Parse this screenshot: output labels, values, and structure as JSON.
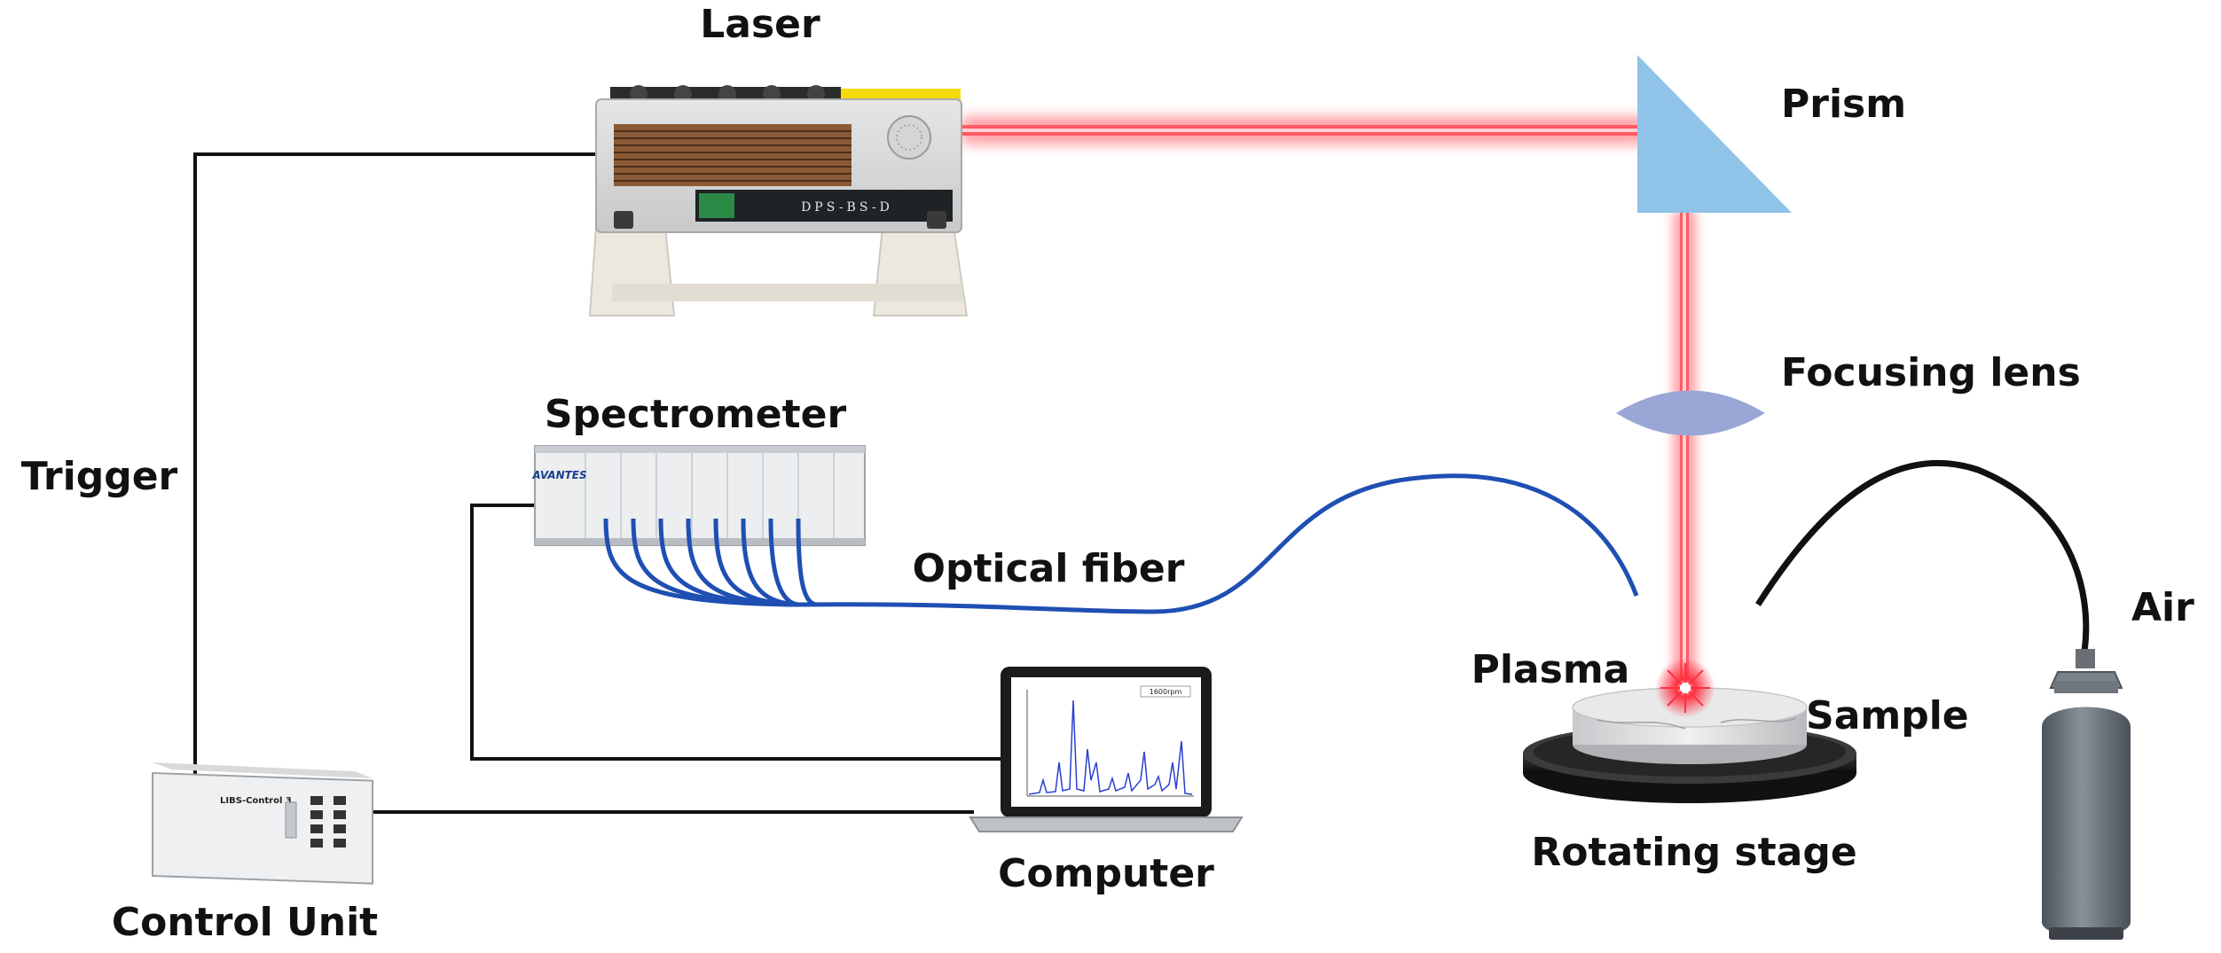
{
  "labels": {
    "laser": "Laser",
    "prism": "Prism",
    "focusing_lens": "Focusing lens",
    "spectrometer": "Spectrometer",
    "optical_fiber": "Optical fiber",
    "trigger": "Trigger",
    "plasma": "Plasma",
    "sample": "Sample",
    "air": "Air",
    "rotating_stage": "Rotating stage",
    "computer": "Computer",
    "control_unit": "Control Unit"
  },
  "device_text": {
    "laser_panel": "DPS-BS-D",
    "spectrometer_brand": "AVANTES",
    "control_unit_name": "LIBS-Control 3",
    "screen_legend": "1600rpm"
  },
  "colors": {
    "beam": "#ff2a3a",
    "prism": "#8fc3e8",
    "lens": "#9aa6d6",
    "fiber": "#1f4fb3",
    "cable": "#111111",
    "gas_cylinder": "#6f7680",
    "spectrum": "#2a3fd0"
  }
}
